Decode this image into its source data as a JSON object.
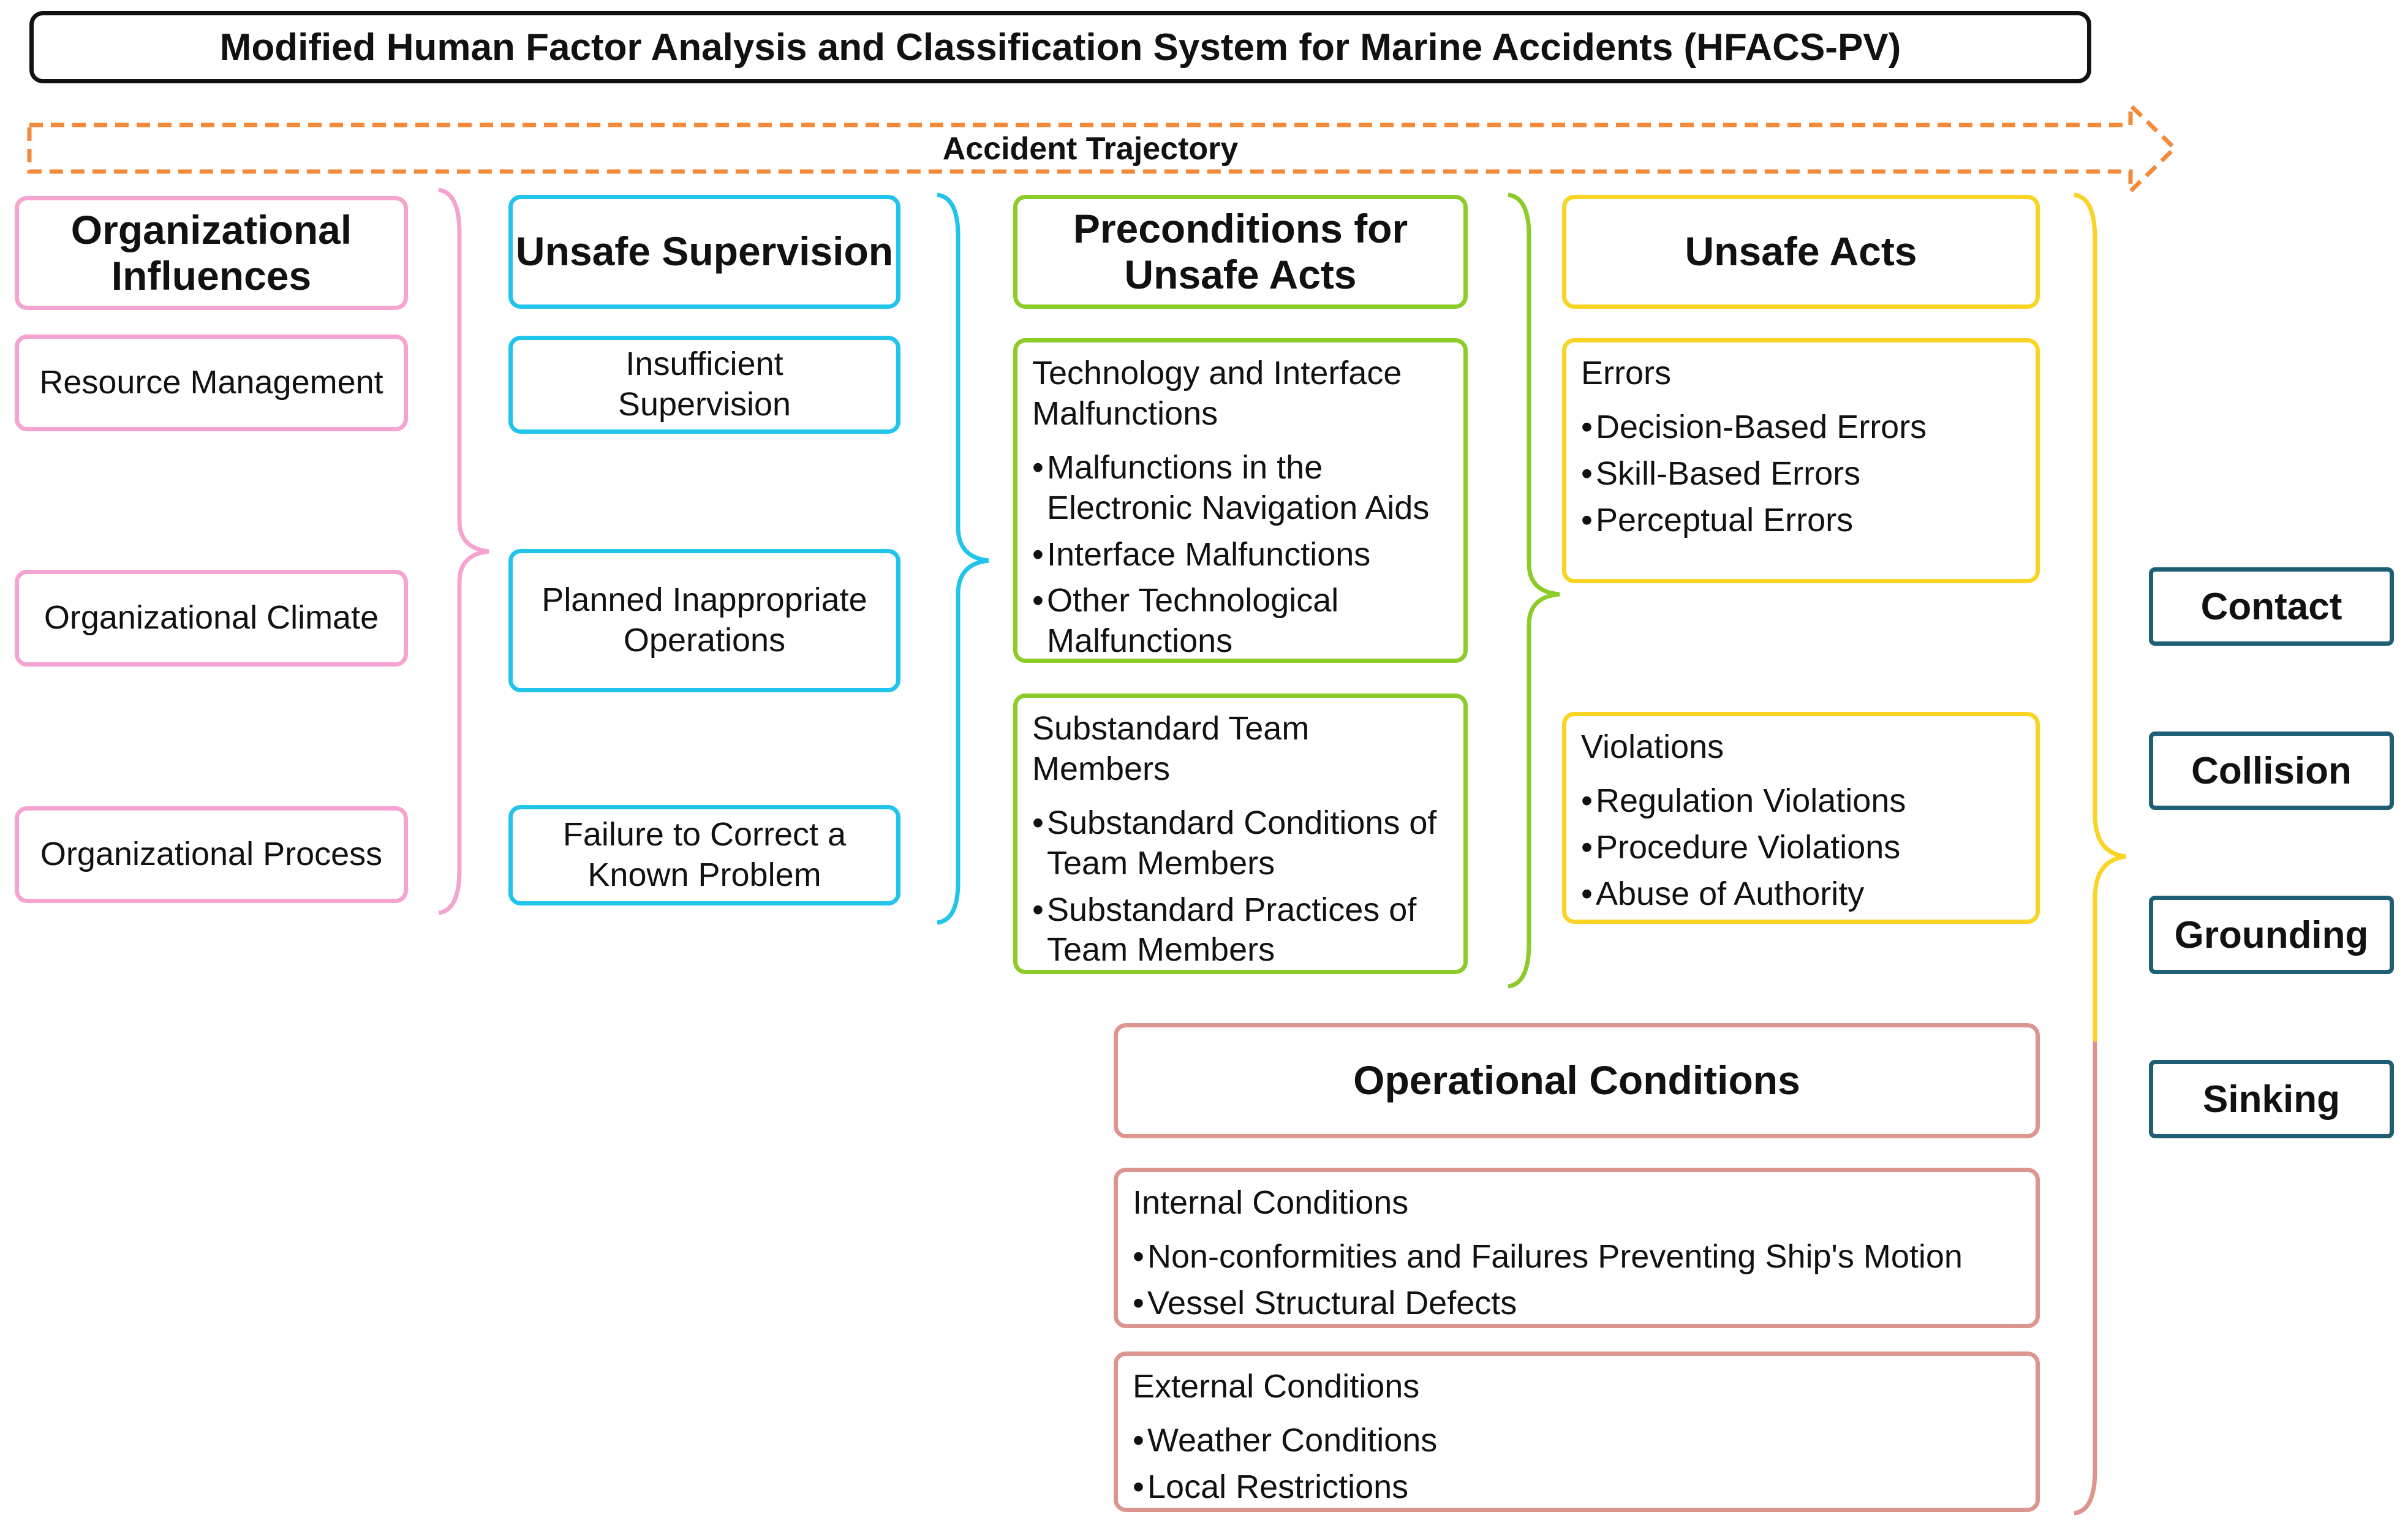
{
  "title": "Modified Human Factor Analysis and Classification System for Marine Accidents (HFACS-PV)",
  "trajectory_label": "Accident Trajectory",
  "organizational_influences": {
    "header": "Organizational Influences",
    "items": [
      "Resource Management",
      "Organizational Climate",
      "Organizational Process"
    ]
  },
  "unsafe_supervision": {
    "header": "Unsafe Supervision",
    "items": [
      "Insufficient Supervision",
      "Planned Inappropriate Operations",
      "Failure to Correct a Known Problem"
    ]
  },
  "preconditions": {
    "header": "Preconditions for Unsafe Acts",
    "groups": [
      {
        "title": "Technology and Interface Malfunctions",
        "items": [
          "Malfunctions in the Electronic Navigation Aids",
          "Interface Malfunctions",
          "Other Technological Malfunctions"
        ]
      },
      {
        "title": "Substandard Team Members",
        "items": [
          "Substandard Conditions of Team Members",
          "Substandard Practices of Team Members"
        ]
      }
    ]
  },
  "unsafe_acts": {
    "header": "Unsafe Acts",
    "groups": [
      {
        "title": "Errors",
        "items": [
          "Decision-Based Errors",
          "Skill-Based Errors",
          "Perceptual Errors"
        ]
      },
      {
        "title": "Violations",
        "items": [
          "Regulation Violations",
          "Procedure Violations",
          "Abuse of Authority"
        ]
      }
    ]
  },
  "operational_conditions": {
    "header": "Operational Conditions",
    "groups": [
      {
        "title": "Internal Conditions",
        "items": [
          "Non-conformities and Failures Preventing Ship's Motion",
          "Vessel Structural Defects"
        ]
      },
      {
        "title": "External Conditions",
        "items": [
          "Weather Conditions",
          "Local Restrictions"
        ]
      }
    ]
  },
  "outcomes": [
    "Contact",
    "Collision",
    "Grounding",
    "Sinking"
  ],
  "colors": {
    "title_border": "#111111",
    "trajectory": "#f28a3a",
    "organizational": "#f5a3d0",
    "supervision": "#21c4ea",
    "preconditions": "#8ccc28",
    "unsafe_acts": "#f9d425",
    "operational": "#dd958f",
    "outcome_border": "#1e5f75"
  }
}
